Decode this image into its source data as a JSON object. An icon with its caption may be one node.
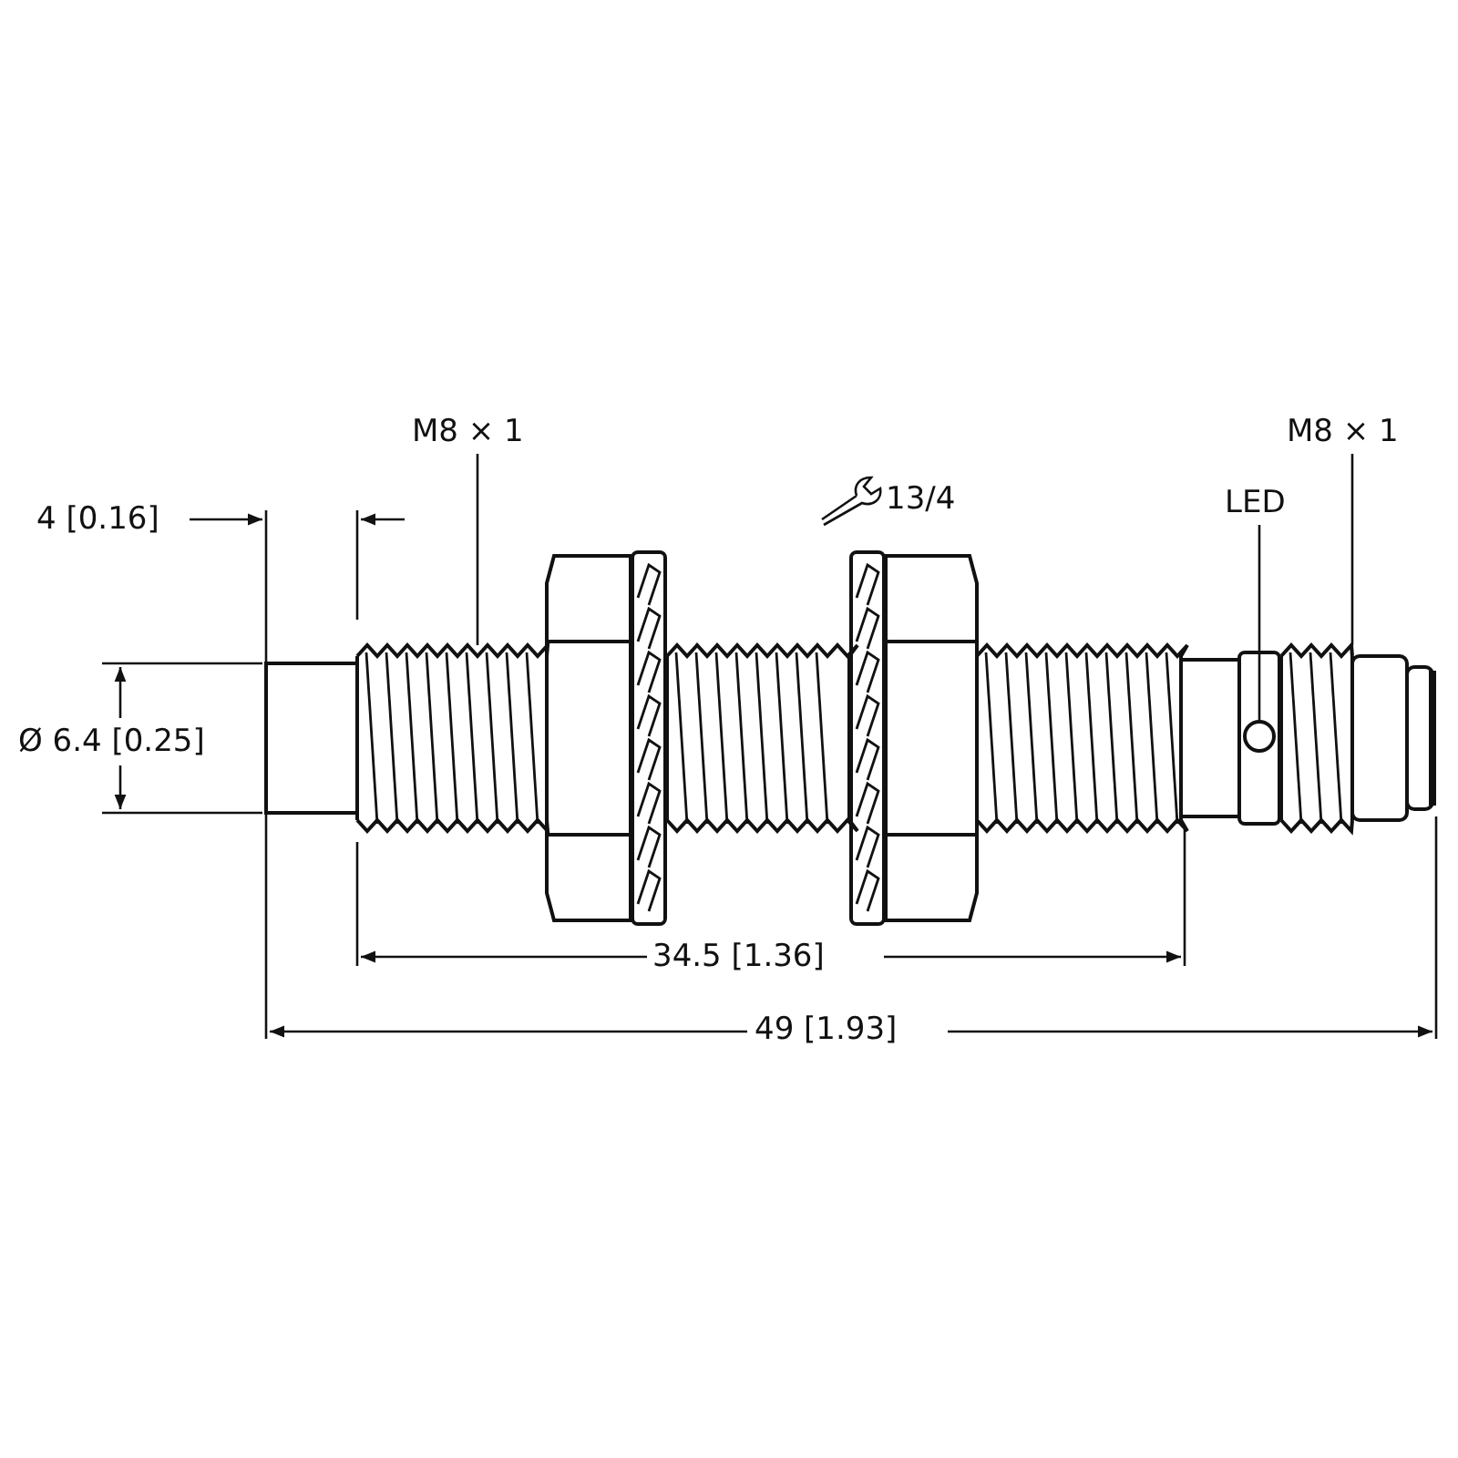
{
  "diagram": {
    "nodes": [
      {
        "text": [
          "M8 × 1"
        ]
      },
      {
        "text": [
          "M8 × 1"
        ]
      },
      {
        "text": [
          "LED"
        ]
      },
      {
        "text": [],
        "shape": "circle"
      }
    ],
    "edges": [
      {
        "from": 0,
        "to": null,
        "arrow": "none"
      },
      {
        "from": 1,
        "to": null,
        "arrow": "none"
      },
      {
        "from": 2,
        "to": 3,
        "arrow": "none"
      }
    ],
    "labels": [
      "4 [0.16]",
      "13/4",
      "Ø 6.4 [0.25]",
      "34.5 [1.36]",
      "49 [1.93]"
    ]
  }
}
